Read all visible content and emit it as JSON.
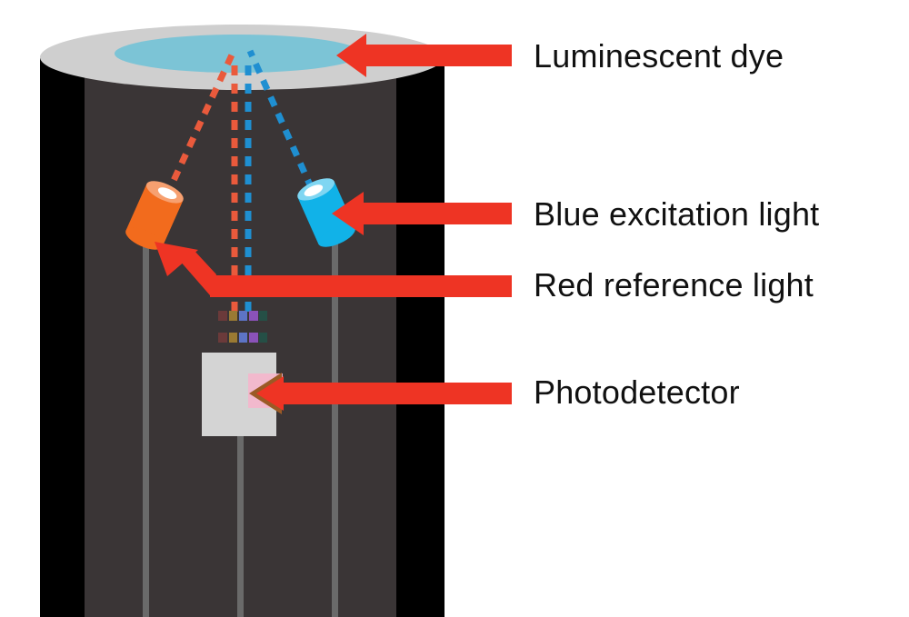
{
  "labels": {
    "luminescent_dye": "Luminescent dye",
    "blue_excitation_light": "Blue excitation light",
    "red_reference_light": "Red reference light",
    "photodetector": "Photodetector"
  },
  "colors": {
    "outer_shell": "#000000",
    "inner_body": "#3a3536",
    "cap": "#cfcfcf",
    "dye": "#7cc4d6",
    "stem": "#6a6a6a",
    "detector": "#d4d4d4",
    "red_light": "#f26b1d",
    "blue_light": "#11b2e8",
    "red_beam": "#ea5a3c",
    "blue_beam": "#1f8fd1",
    "arrow": "#ee3424"
  }
}
